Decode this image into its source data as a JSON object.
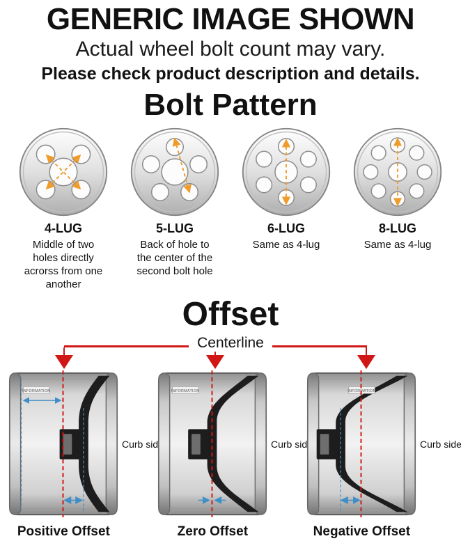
{
  "header": {
    "title": "GENERIC IMAGE SHOWN",
    "subtitle": "Actual wheel bolt count may vary.",
    "note": "Please check product description and details."
  },
  "bolt_pattern": {
    "title": "Bolt Pattern",
    "wheels": [
      {
        "label": "4-LUG",
        "lugs": 4,
        "description": "Middle of two holes directly acrorss from one another"
      },
      {
        "label": "5-LUG",
        "lugs": 5,
        "description": "Back of hole to the center of the second bolt hole"
      },
      {
        "label": "6-LUG",
        "lugs": 6,
        "description": "Same as 4-lug"
      },
      {
        "label": "8-LUG",
        "lugs": 8,
        "description": "Same as 4-lug"
      }
    ]
  },
  "offset": {
    "title": "Offset",
    "centerline_label": "Centerline",
    "curb_side_label": "Curb side",
    "stamp_text": "INFORMATION",
    "diagrams": [
      {
        "label": "Positive Offset",
        "type": "positive"
      },
      {
        "label": "Zero Offset",
        "type": "zero"
      },
      {
        "label": "Negative Offset",
        "type": "negative"
      }
    ]
  },
  "colors": {
    "centerline_red": "#d11616",
    "measure_orange": "#f09c2c",
    "measure_blue": "#3f8fc6",
    "text_black": "#111111"
  }
}
